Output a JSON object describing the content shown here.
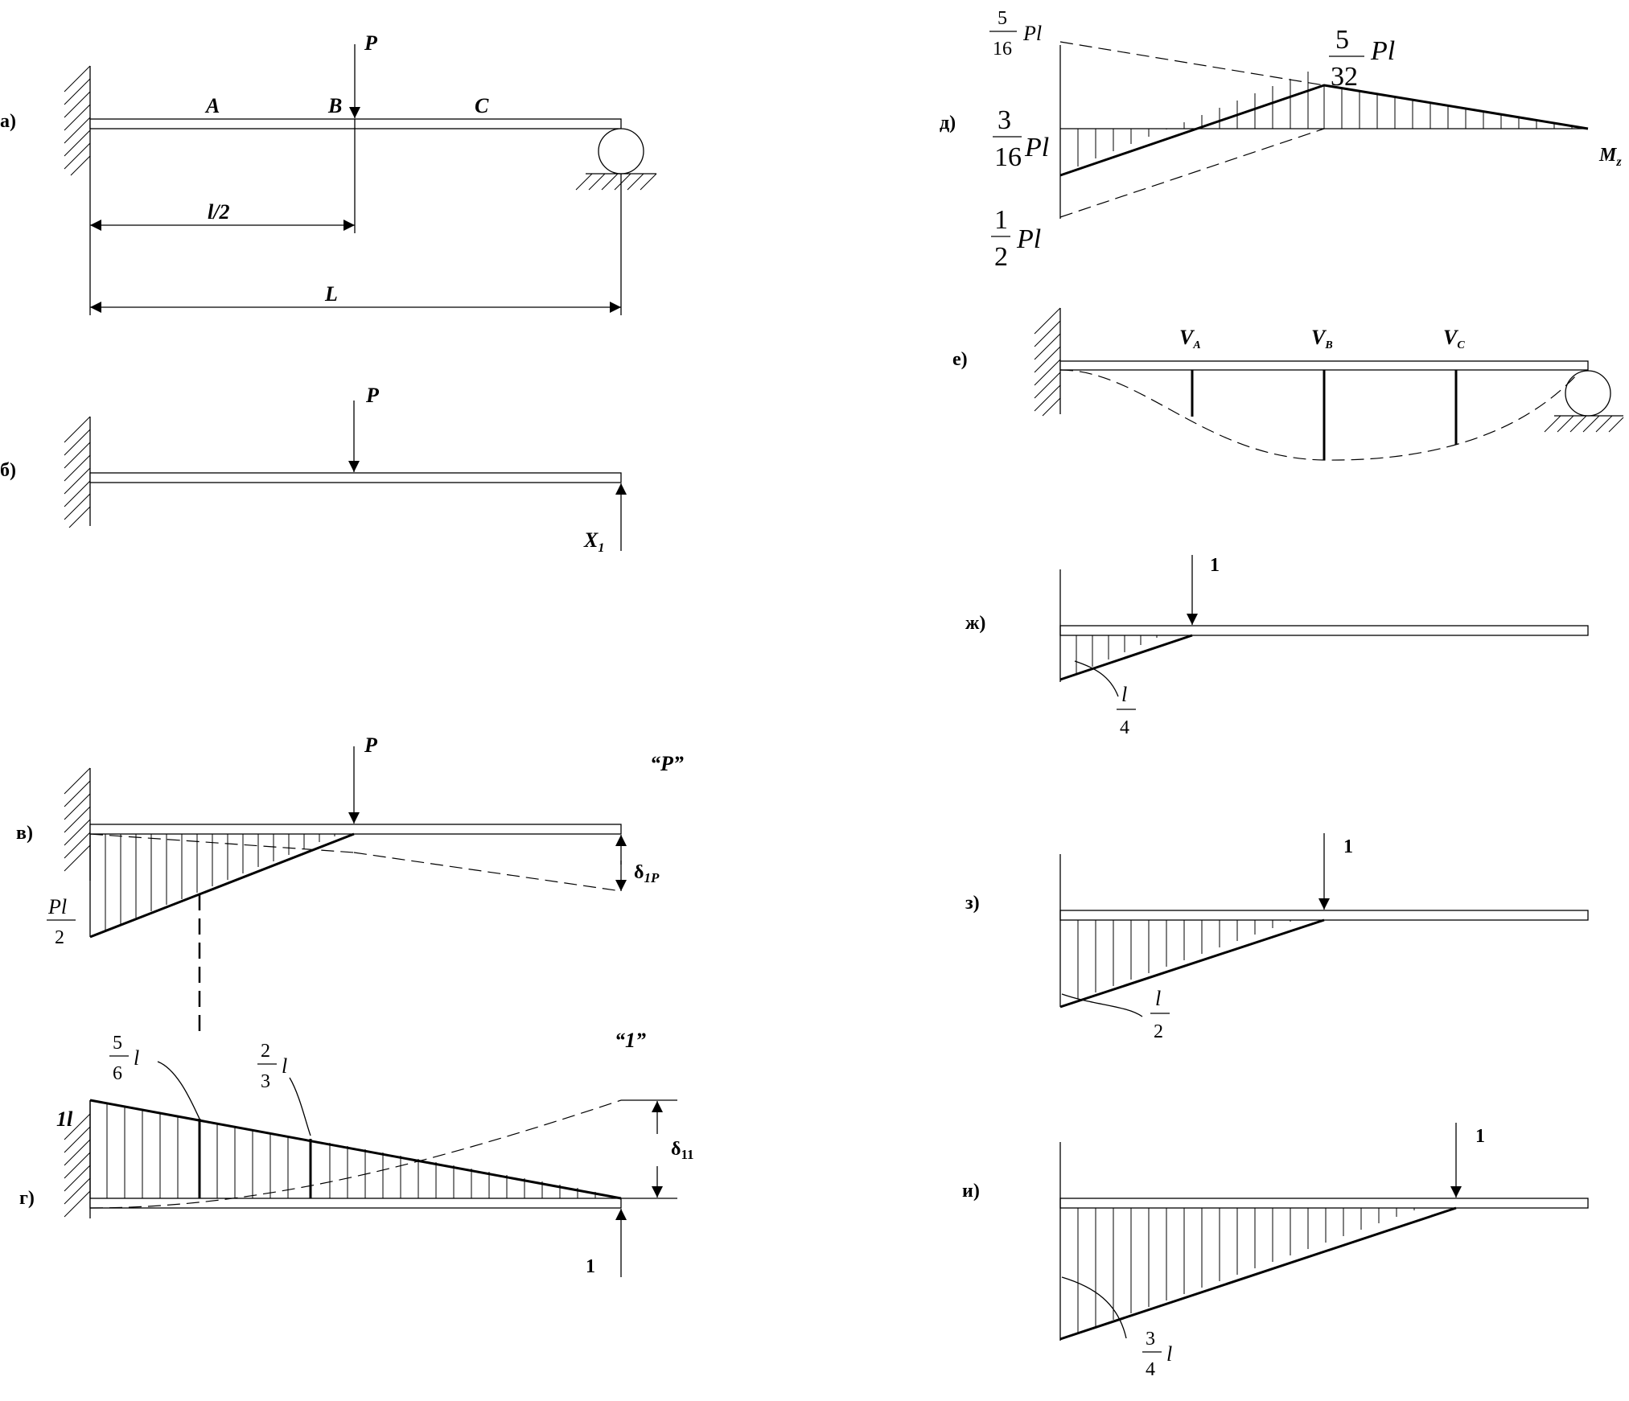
{
  "panels": {
    "a": {
      "label": "а)",
      "force": "P",
      "points": [
        "A",
        "B",
        "C"
      ],
      "dim_half": "l/2",
      "dim_full": "L"
    },
    "b": {
      "label": "б)",
      "force": "P",
      "reaction": "X",
      "reaction_sub": "1"
    },
    "v": {
      "label": "в)",
      "force": "P",
      "state": "“P”",
      "moment_num": "Pl",
      "moment_den": "2",
      "deflection": "δ",
      "deflection_sub": "1P"
    },
    "g": {
      "label": "г)",
      "state": "“1”",
      "moment_left": "1l",
      "frac1_num": "5",
      "frac1_den": "6",
      "frac1_var": "l",
      "frac2_num": "2",
      "frac2_den": "3",
      "frac2_var": "l",
      "deflection": "δ",
      "deflection_sub": "11",
      "unit_force": "1"
    },
    "d": {
      "label": "д)",
      "top_num": "5",
      "top_den": "16",
      "top_var": "Pl",
      "mid_num": "3",
      "mid_den": "16",
      "mid_var": "Pl",
      "bot_num": "1",
      "bot_den": "2",
      "bot_var": "Pl",
      "peak_num": "5",
      "peak_den": "32",
      "peak_var": "Pl",
      "axis": "M",
      "axis_sub": "z"
    },
    "e": {
      "label": "е)",
      "sections": [
        {
          "name": "V",
          "sub": "A"
        },
        {
          "name": "V",
          "sub": "B"
        },
        {
          "name": "V",
          "sub": "C"
        }
      ]
    },
    "zh": {
      "label": "ж)",
      "unit_force": "1",
      "frac_num": "l",
      "frac_den": "4"
    },
    "z": {
      "label": "з)",
      "unit_force": "1",
      "frac_num": "l",
      "frac_den": "2"
    },
    "i": {
      "label": "и)",
      "unit_force": "1",
      "frac_num": "3",
      "frac_den": "4",
      "frac_var": "l"
    }
  }
}
